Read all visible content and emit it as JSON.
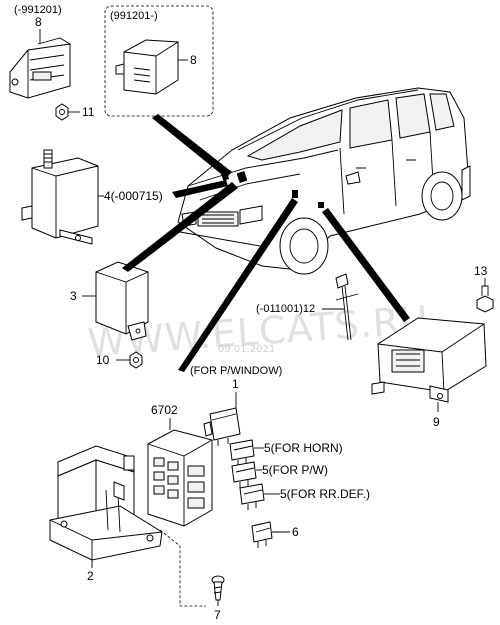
{
  "watermark": {
    "text": "WWW.ELCATS.RU",
    "date_stamp": "09.01.2021"
  },
  "callouts": {
    "p8_old_range": "(-991201)",
    "p8_old": "8",
    "p8_new_range": "(991201-)",
    "p8_new": "8",
    "p11": "11",
    "p4": "4(-000715)",
    "p3": "3",
    "p10": "10",
    "p13": "13",
    "p12_range": "(-011001)12",
    "p9": "9",
    "p1_note": "(FOR P/WINDOW)",
    "p1": "1",
    "p6702": "6702",
    "p5_horn": "5(FOR HORN)",
    "p5_pw": "5(FOR P/W)",
    "p5_rrdef": "5(FOR RR.DEF.)",
    "p6": "6",
    "p2": "2",
    "p7": "7"
  }
}
